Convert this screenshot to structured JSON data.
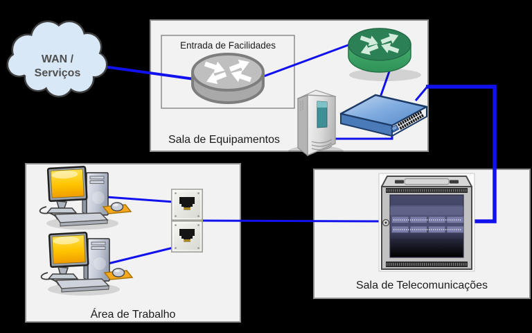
{
  "title": "Diagrama de cabeamento estruturado",
  "colors": {
    "background": "#000000",
    "connector_blue": "#1111ee",
    "room_fill": "#f2f2f2",
    "room_border": "#8f8f8f",
    "cloud_fill": "#d9e8f7",
    "cloud_border": "#3f3f3f",
    "edge_router_gray": "#bfbfbf",
    "core_router_green": "#2b8056",
    "switch_blue": "#6d9cd6",
    "screen_yellow": "#ffc800",
    "mousepad_orange": "#f5a81c"
  },
  "cloud": {
    "icon": "cloud-icon",
    "label_line1": "WAN /",
    "label_line2": "Serviços"
  },
  "rooms": {
    "equipment": {
      "label": "Sala de Equipamentos",
      "entrance_label": "Entrada de Facilidades"
    },
    "work_area": {
      "label": "Área de Trabalho"
    },
    "telecom": {
      "label": "Sala de Telecomunicações"
    }
  },
  "devices": [
    {
      "id": "wan-cloud",
      "icon": "cloud-icon",
      "room": ""
    },
    {
      "id": "edge-router",
      "icon": "router-icon",
      "room": "Entrada de Facilidades"
    },
    {
      "id": "core-router",
      "icon": "router-icon",
      "room": "Sala de Equipamentos"
    },
    {
      "id": "server",
      "icon": "server-tower-icon",
      "room": "Sala de Equipamentos"
    },
    {
      "id": "switch",
      "icon": "ethernet-switch-icon",
      "room": "Sala de Equipamentos"
    },
    {
      "id": "workstation-1",
      "icon": "desktop-computer-icon",
      "room": "Área de Trabalho"
    },
    {
      "id": "workstation-2",
      "icon": "desktop-computer-icon",
      "room": "Área de Trabalho"
    },
    {
      "id": "wall-jack-1",
      "icon": "rj45-outlet-icon",
      "room": "Área de Trabalho"
    },
    {
      "id": "wall-jack-2",
      "icon": "rj45-outlet-icon",
      "room": "Área de Trabalho"
    },
    {
      "id": "rack",
      "icon": "telecom-rack-icon",
      "room": "Sala de Telecomunicações"
    }
  ],
  "connections": [
    {
      "from": "wan-cloud",
      "to": "edge-router",
      "style": "normal"
    },
    {
      "from": "edge-router",
      "to": "core-router",
      "style": "normal"
    },
    {
      "from": "core-router",
      "to": "switch",
      "style": "normal"
    },
    {
      "from": "server",
      "to": "switch",
      "style": "normal"
    },
    {
      "from": "switch",
      "to": "rack",
      "style": "thick-trunk"
    },
    {
      "from": "workstation-1",
      "to": "wall-jack-1",
      "style": "normal"
    },
    {
      "from": "workstation-2",
      "to": "wall-jack-2",
      "style": "normal"
    },
    {
      "from": "wall-jack-1",
      "to": "rack",
      "style": "normal"
    }
  ]
}
